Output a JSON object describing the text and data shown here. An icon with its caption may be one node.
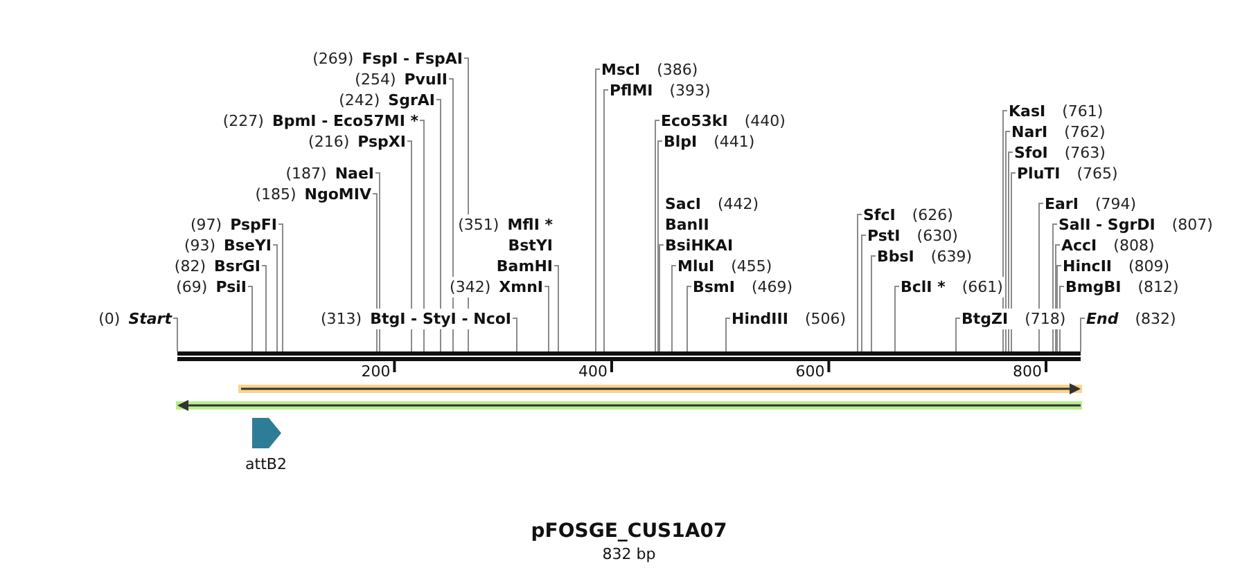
{
  "diagram": {
    "title": "pFOSGE_CUS1A07",
    "caption": "832 bp",
    "nodes": [
      {
        "text": [
          "(269)",
          "FspI - FspAI"
        ]
      },
      {
        "text": [
          "MscI",
          "(386)"
        ]
      },
      {
        "text": [
          "(254)",
          "PvuII"
        ]
      },
      {
        "text": [
          "PflMI",
          "(393)"
        ]
      },
      {
        "text": [
          "(242)",
          "SgrAI"
        ]
      },
      {
        "text": [
          "KasI",
          "(761)"
        ]
      },
      {
        "text": [
          "(227)",
          "BpmI - Eco57MI *"
        ]
      },
      {
        "text": [
          "Eco53kI",
          "(440)"
        ]
      },
      {
        "text": [
          "NarI",
          "(762)"
        ]
      },
      {
        "text": [
          "(216)",
          "PspXI"
        ]
      },
      {
        "text": [
          "BlpI",
          "(441)"
        ]
      },
      {
        "text": [
          "SfoI",
          "(763)"
        ]
      },
      {
        "text": [
          "(187)",
          "NaeI"
        ]
      },
      {
        "text": [
          "PluTI",
          "(765)"
        ]
      },
      {
        "text": [
          "(185)",
          "NgoMIV"
        ]
      },
      {
        "text": [
          "SacI",
          "(442)",
          "BanII",
          "BsiHKAI"
        ]
      },
      {
        "text": [
          "EarI",
          "(794)"
        ]
      },
      {
        "text": [
          "SfcI",
          "(626)"
        ]
      },
      {
        "text": [
          "(97)",
          "PspFI"
        ]
      },
      {
        "text": [
          "(351)",
          "MflI *",
          "BstYI",
          "BamHI"
        ]
      },
      {
        "text": [
          "SalI - SgrDI",
          "(807)"
        ]
      },
      {
        "text": [
          "PstI",
          "(630)"
        ]
      },
      {
        "text": [
          "(93)",
          "BseYI"
        ]
      },
      {
        "text": [
          "AccI",
          "(808)"
        ]
      },
      {
        "text": [
          "BbsI",
          "(639)"
        ]
      },
      {
        "text": [
          "(82)",
          "BsrGI"
        ]
      },
      {
        "text": [
          "MluI",
          "(455)"
        ]
      },
      {
        "text": [
          "HincII",
          "(809)"
        ]
      },
      {
        "text": [
          "(69)",
          "PsiI"
        ]
      },
      {
        "text": [
          "(342)",
          "XmnI"
        ]
      },
      {
        "text": [
          "BsmI",
          "(469)"
        ]
      },
      {
        "text": [
          "BclI *",
          "(661)"
        ]
      },
      {
        "text": [
          "BmgBI",
          "(812)"
        ]
      },
      {
        "text": [
          "(0)",
          "Start"
        ]
      },
      {
        "text": [
          "(313)",
          "BtgI - StyI - NcoI"
        ]
      },
      {
        "text": [
          "HindIII",
          "(506)"
        ]
      },
      {
        "text": [
          "BtgZI",
          "(718)"
        ]
      },
      {
        "text": [
          "End",
          "(832)"
        ]
      },
      {
        "text": [],
        "shape": "bar"
      },
      {
        "text": [
          "attB2"
        ]
      }
    ],
    "edges": [
      {
        "from": 0,
        "to": 38,
        "arrow": "none"
      },
      {
        "from": 1,
        "to": 38,
        "arrow": "none"
      },
      {
        "from": 2,
        "to": 38,
        "arrow": "none"
      },
      {
        "from": 3,
        "to": 38,
        "arrow": "none"
      },
      {
        "from": 4,
        "to": 38,
        "arrow": "none"
      },
      {
        "from": 5,
        "to": 38,
        "arrow": "none"
      },
      {
        "from": 6,
        "to": 38,
        "arrow": "none"
      },
      {
        "from": 7,
        "to": 38,
        "arrow": "none"
      },
      {
        "from": 8,
        "to": 38,
        "arrow": "none"
      },
      {
        "from": 9,
        "to": 38,
        "arrow": "none"
      },
      {
        "from": 10,
        "to": 38,
        "arrow": "none"
      },
      {
        "from": 11,
        "to": 38,
        "arrow": "none"
      },
      {
        "from": 12,
        "to": 38,
        "arrow": "none"
      },
      {
        "from": 13,
        "to": 38,
        "arrow": "none"
      },
      {
        "from": 14,
        "to": 38,
        "arrow": "none"
      },
      {
        "from": 15,
        "to": 38,
        "arrow": "none"
      },
      {
        "from": 16,
        "to": 38,
        "arrow": "none"
      },
      {
        "from": 17,
        "to": 38,
        "arrow": "none"
      },
      {
        "from": 18,
        "to": 38,
        "arrow": "none"
      },
      {
        "from": 19,
        "to": 38,
        "arrow": "none"
      },
      {
        "from": 20,
        "to": 38,
        "arrow": "none"
      },
      {
        "from": 21,
        "to": 38,
        "arrow": "none"
      },
      {
        "from": 22,
        "to": 38,
        "arrow": "none"
      },
      {
        "from": 23,
        "to": 38,
        "arrow": "none"
      },
      {
        "from": 24,
        "to": 38,
        "arrow": "none"
      },
      {
        "from": 25,
        "to": 38,
        "arrow": "none"
      },
      {
        "from": 26,
        "to": 38,
        "arrow": "none"
      },
      {
        "from": 27,
        "to": 38,
        "arrow": "none"
      },
      {
        "from": 28,
        "to": 38,
        "arrow": "none"
      },
      {
        "from": 29,
        "to": 38,
        "arrow": "none"
      },
      {
        "from": 30,
        "to": 38,
        "arrow": "none"
      },
      {
        "from": 31,
        "to": 38,
        "arrow": "none"
      },
      {
        "from": 32,
        "to": 38,
        "arrow": "none"
      },
      {
        "from": 33,
        "to": 38,
        "arrow": "none"
      },
      {
        "from": 34,
        "to": 38,
        "arrow": "none"
      },
      {
        "from": 35,
        "to": 38,
        "arrow": "none"
      },
      {
        "from": 36,
        "to": 38,
        "arrow": "none"
      },
      {
        "from": 37,
        "to": 38,
        "arrow": "none"
      }
    ],
    "labels": [
      "200",
      "400",
      "600",
      "800"
    ]
  }
}
